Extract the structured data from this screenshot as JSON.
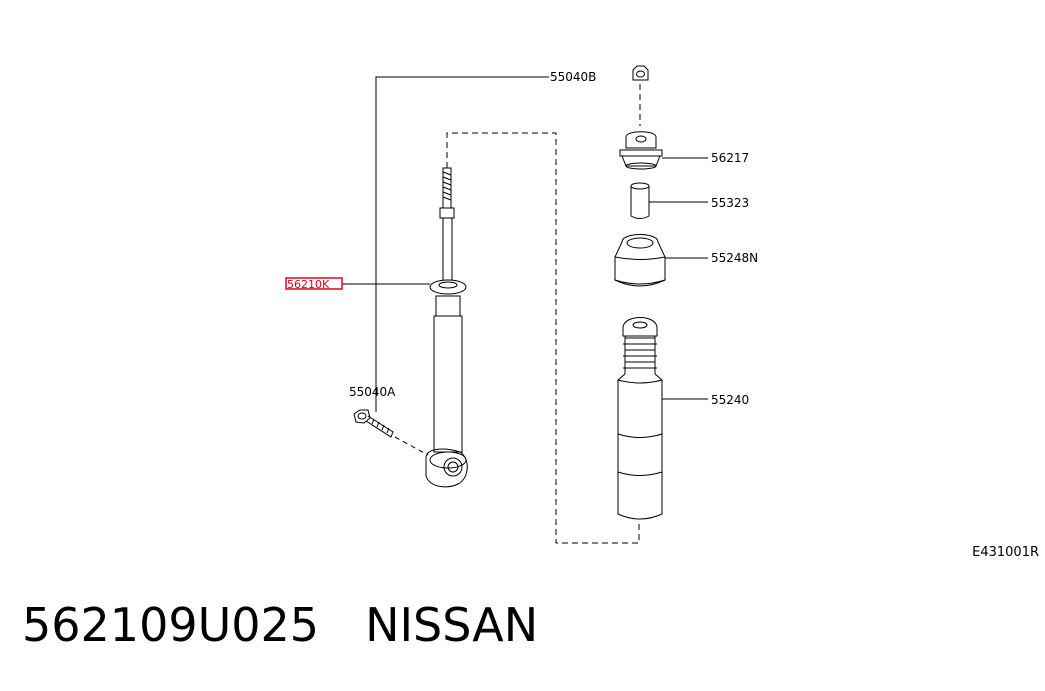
{
  "diagram": {
    "labels": {
      "bolt_top": "55040B",
      "bumper_mount": "56217",
      "spacer": "55323",
      "dust_cap": "55248N",
      "highlighted_part": "56210K",
      "bolt_lower": "55040A",
      "dust_boot": "55240"
    },
    "figure_code": "E431001R",
    "highlight_color": "#e0001b",
    "line_color": "#000000"
  },
  "footer": {
    "part_number": "562109U025",
    "brand": "NISSAN"
  }
}
